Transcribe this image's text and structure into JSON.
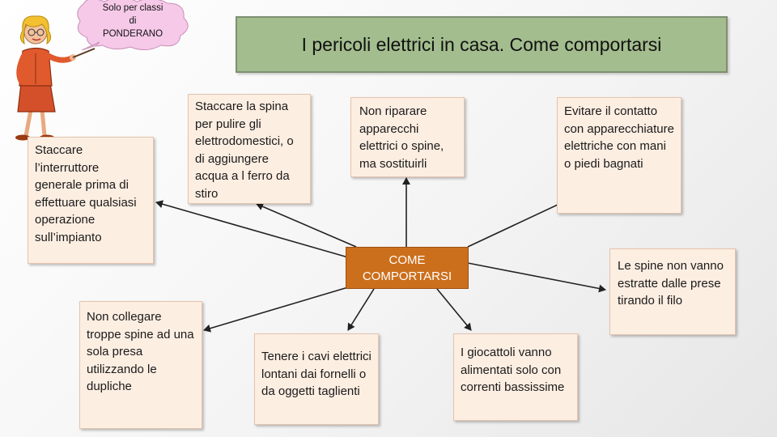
{
  "title": "I pericoli elettrici in casa. Come comportarsi",
  "note": {
    "lines": [
      "Solo per classi",
      "di",
      "PONDERANO"
    ]
  },
  "center": {
    "lines": [
      "COME",
      "COMPORTARSI"
    ]
  },
  "boxes": {
    "interruttore": "Staccare l’interruttore generale prima di effettuare qualsiasi operazione sull’impianto",
    "spina_pulire": "Staccare la spina per pulire gli elettrodomestici, o di aggiungere acqua a l ferro da stiro",
    "non_riparare": "Non riparare apparecchi elettrici o spine, ma sostituirli",
    "contatto": "Evitare il contatto con apparecchiature elettriche con mani o piedi bagnati",
    "spine_filo": "Le spine non vanno estratte dalle prese tirando il filo",
    "troppe_spine": "Non collegare troppe spine ad una sola presa utilizzando le dupliche",
    "cavi": "Tenere i cavi elettrici lontani dai fornelli o da oggetti taglienti",
    "giocattoli": "I giocattoli vanno alimentati solo con correnti bassissime"
  },
  "colors": {
    "title_bg": "#a3bd8e",
    "center_bg": "#cc6f1c",
    "box_bg": "#fdeee2",
    "arrow": "#222222"
  },
  "icons": {
    "teacher": "teacher-pointer-illustration",
    "note": "thought-bubble"
  }
}
